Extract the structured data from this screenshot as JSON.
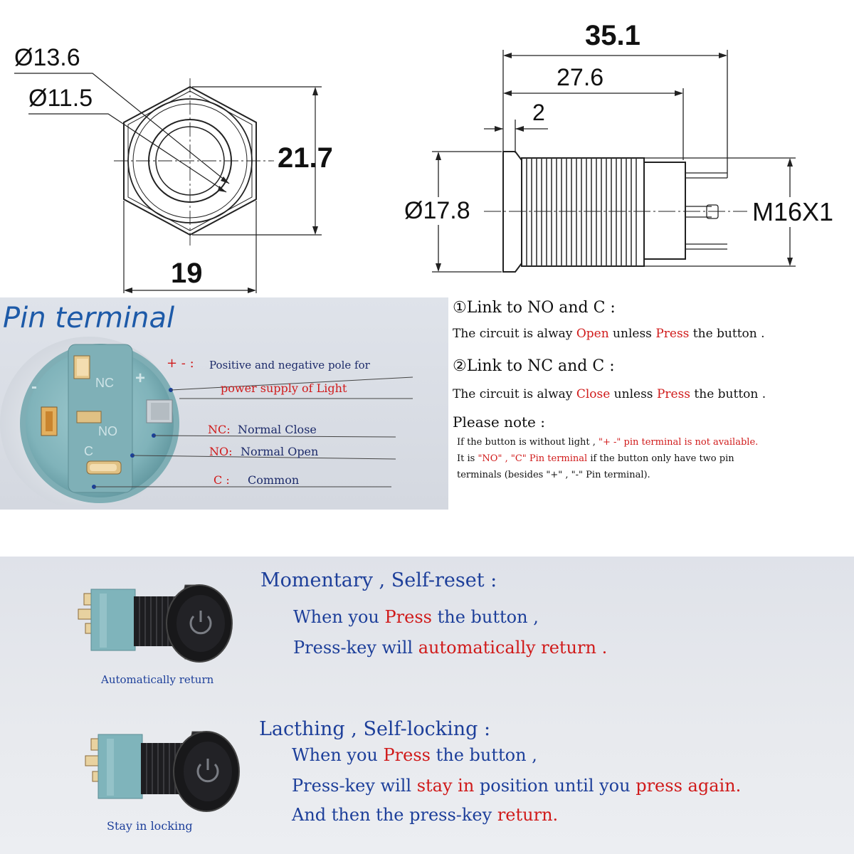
{
  "front_view": {
    "outer_diameter": "Ø13.6",
    "inner_diameter": "Ø11.5",
    "height": "21.7",
    "width": "19"
  },
  "side_view": {
    "total_length": "35.1",
    "body_length": "27.6",
    "flange_thickness": "2",
    "flange_diameter": "Ø17.8",
    "thread": "M16X1"
  },
  "pin_terminal": {
    "title": "Pin terminal",
    "body_labels": {
      "nc": "NC",
      "no": "NO",
      "c": "C",
      "plus": "+",
      "minus": "-"
    },
    "plus_minus_label": "+ - :",
    "plus_minus_desc_1": "Positive and negative pole for",
    "plus_minus_desc_2": "power supply of Light",
    "nc_label": "NC:",
    "nc_desc": "Normal Close",
    "no_label": "NO:",
    "no_desc": "Normal Open",
    "c_label": "C :",
    "c_desc": "Common"
  },
  "link_info": {
    "no_title": "①Link to NO and C :",
    "no_line": {
      "a": "The circuit is alway ",
      "b": "Open",
      "c": " unless ",
      "d": "Press",
      "e": " the button ."
    },
    "nc_title": "②Link to NC and C :",
    "nc_line": {
      "a": "The circuit is alway ",
      "b": "Close",
      "c": " unless ",
      "d": "Press",
      "e": " the button ."
    },
    "note_title": "Please note :",
    "note_1": {
      "a": "If the button is without light ,  ",
      "b": "\"+ -\"  pin terminal is not available."
    },
    "note_2": {
      "a": "It is  ",
      "b": "\"NO\"  ,  \"C\"  Pin terminal",
      "c": " if the button only have two pin"
    },
    "note_3": "terminals (besides \"+\" , \"-\" Pin terminal)."
  },
  "momentary": {
    "title": "Momentary , Self-reset :",
    "line1": {
      "a": "When you ",
      "b": "Press",
      "c": " the button ,"
    },
    "line2": {
      "a": "Press-key will ",
      "b": "automatically return",
      "c": " ."
    },
    "caption": "Automatically return"
  },
  "latching": {
    "title": "Lacthing , Self-locking :",
    "line1": {
      "a": "When you ",
      "b": "Press",
      "c": " the button ,"
    },
    "line2": {
      "a": "Press-key will ",
      "b": "stay in",
      "c": " position until you ",
      "d": "press again",
      "e": "."
    },
    "line3": {
      "a": "And then the press-key ",
      "b": "return",
      "c": "."
    },
    "caption": "Stay in locking"
  },
  "colors": {
    "accent_red": "#d01a1a",
    "accent_blue": "#1d3f9a",
    "housing_teal": "#86b9bf",
    "metal_black": "#1c1c1e"
  },
  "icons": [
    "power-icon"
  ]
}
